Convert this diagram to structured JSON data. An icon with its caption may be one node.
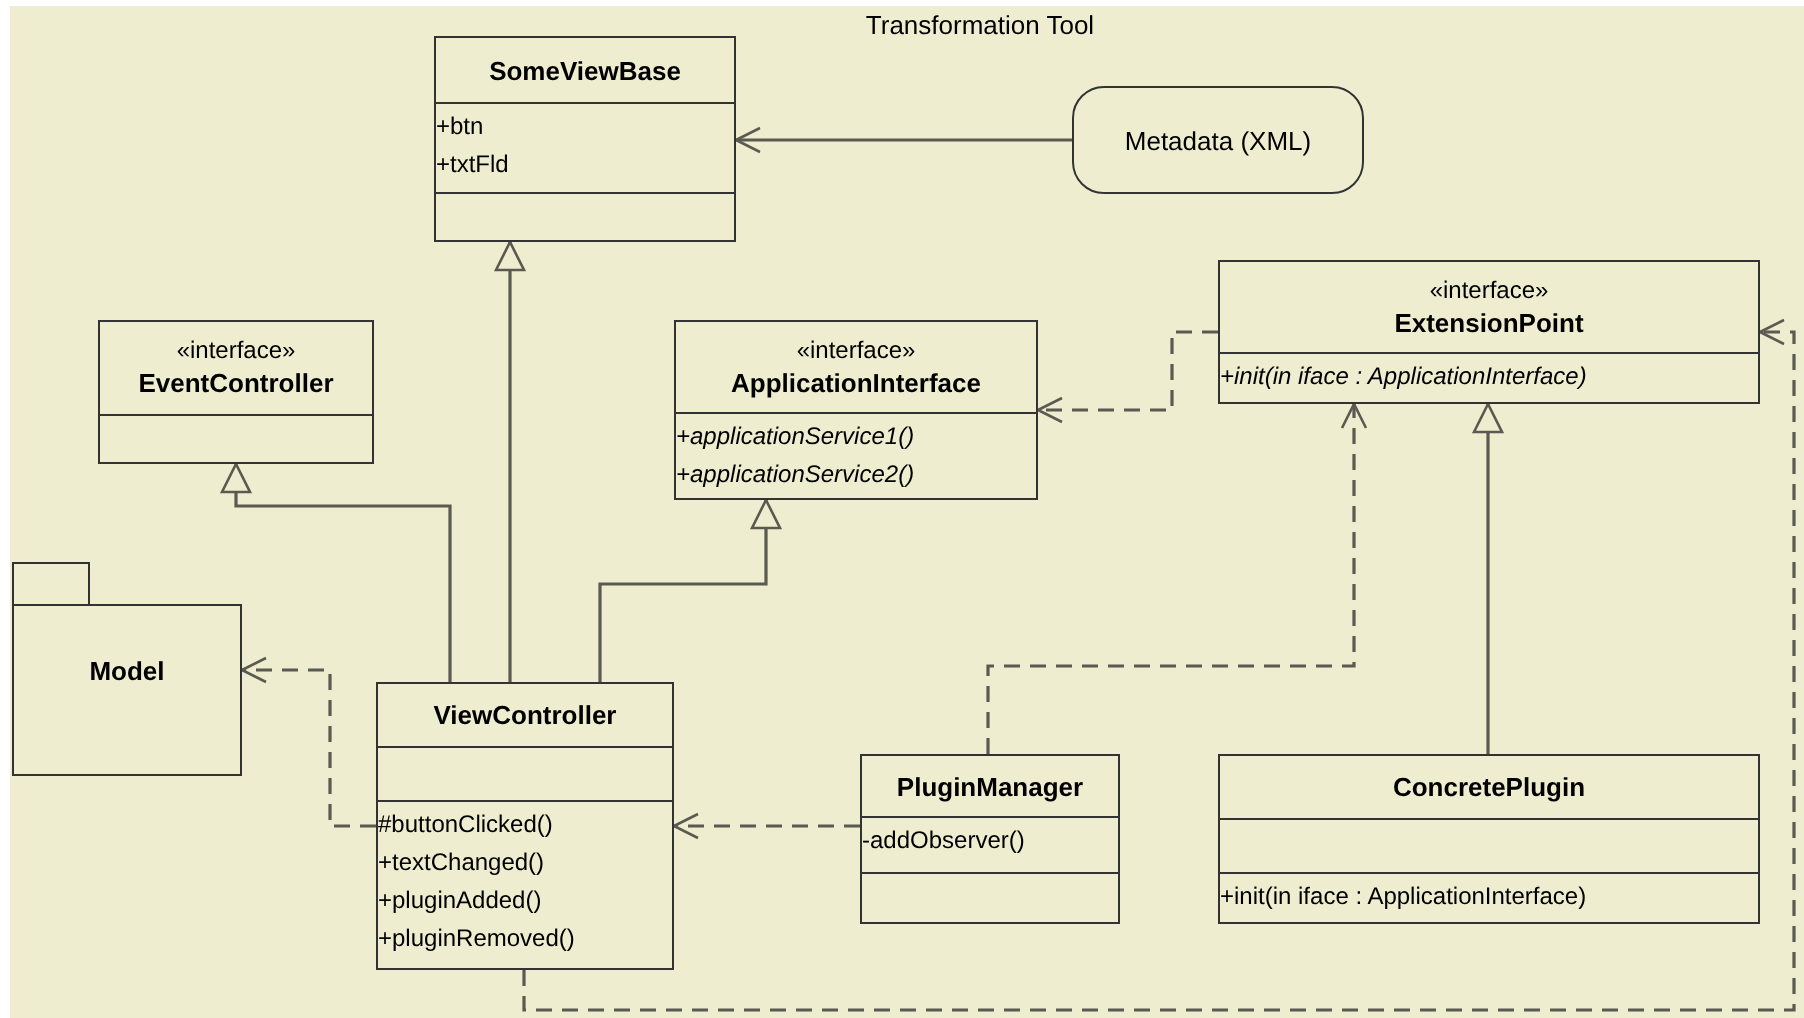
{
  "diagram": {
    "title": "Transformation Tool",
    "nodes": [
      {
        "text": [
          "SomeViewBase",
          "+btn",
          "+txtFld"
        ]
      },
      {
        "text": [
          "Metadata (XML)"
        ]
      },
      {
        "text": [
          "«interface»",
          "EventController"
        ]
      },
      {
        "text": [
          "«interface»",
          "ApplicationInterface",
          "+applicationService1()",
          "+applicationService2()"
        ]
      },
      {
        "text": [
          "«interface»",
          "ExtensionPoint",
          "+init(in iface : ApplicationInterface)"
        ]
      },
      {
        "text": [
          "Model"
        ]
      },
      {
        "text": [
          "ViewController",
          "#buttonClicked()",
          "+textChanged()",
          "+pluginAdded()",
          "+pluginRemoved()"
        ]
      },
      {
        "text": [
          "PluginManager",
          "-addObserver()"
        ]
      },
      {
        "text": [
          "ConcretePlugin",
          "+init(in iface : ApplicationInterface)"
        ]
      }
    ],
    "edges": [
      {
        "from": 1,
        "to": 0,
        "arrow": "to"
      },
      {
        "from": 6,
        "to": 0,
        "arrow": "to"
      },
      {
        "from": 6,
        "to": 2,
        "arrow": "to"
      },
      {
        "from": 6,
        "to": 3,
        "arrow": "to"
      },
      {
        "from": 4,
        "to": 3,
        "arrow": "to",
        "style": "dashed"
      },
      {
        "from": 6,
        "to": 5,
        "arrow": "to",
        "style": "dashed"
      },
      {
        "from": 7,
        "to": 6,
        "arrow": "to",
        "style": "dashed"
      },
      {
        "from": 7,
        "to": 4,
        "arrow": "to",
        "style": "dashed"
      },
      {
        "from": 8,
        "to": 4,
        "arrow": "to"
      },
      {
        "from": 6,
        "to": 4,
        "arrow": "to",
        "style": "dashed"
      }
    ]
  }
}
